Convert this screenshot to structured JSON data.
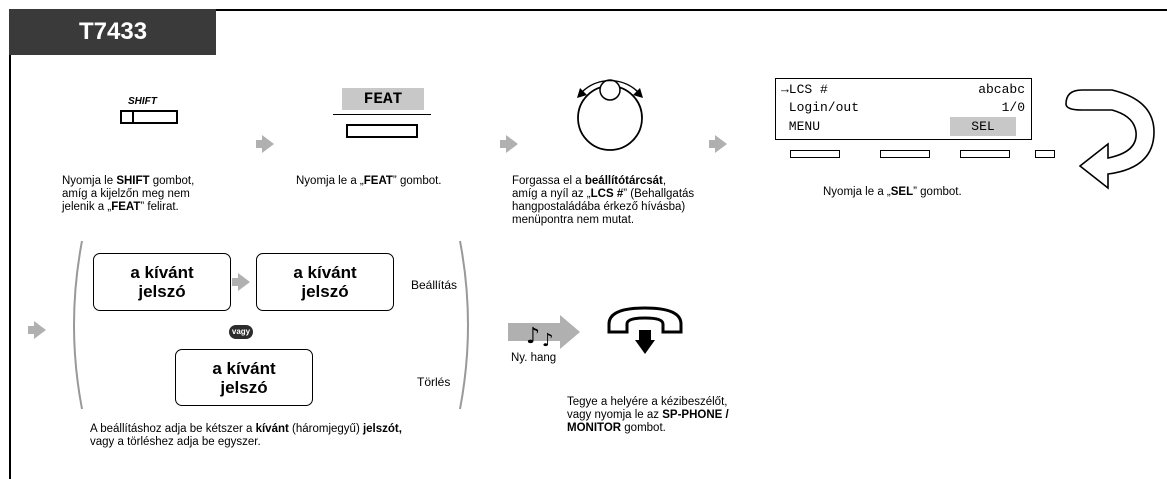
{
  "model": "T7433",
  "step1": {
    "key_label": "SHIFT",
    "caption": {
      "p1": "Nyomja le ",
      "b1": "SHIFT",
      "p2": " gombot,",
      "l2": "amíg a kijelzőn meg nem",
      "l3a": "jelenik a „",
      "b2": "FEAT",
      "l3b": "” felirat."
    }
  },
  "step2": {
    "key_label": "FEAT",
    "caption": {
      "p1": "Nyomja le a „",
      "b1": "FEAT",
      "p2": "” gombot."
    }
  },
  "step3": {
    "caption": {
      "p1": "Forgassa el a ",
      "b1": "beállítótárcsát",
      "p2": ",",
      "l2a": "amíg a nyíl az „",
      "b2": "LCS #",
      "l2b": "” (Behallgatás",
      "l3": "hangpostaládába érkező hívásba)",
      "l4": "menüpontra nem mutat."
    }
  },
  "display": {
    "row1_left": "→LCS #",
    "row1_right": "abcabc",
    "row2_left": " Login/out",
    "row2_right": "1/0",
    "row3_left": " MENU",
    "row3_right": "SEL"
  },
  "step4": {
    "caption": {
      "p1": "Nyomja le a „",
      "b1": "SEL",
      "p2": "” gombot."
    }
  },
  "password": {
    "box_line1": "a kívánt",
    "box_line2": "jelszó",
    "set_label": "Beállítás",
    "or_label": "vagy",
    "delete_label": "Törlés",
    "caption": {
      "p1": "A beállításhoz adja be kétszer a ",
      "b1": "kívánt",
      "p2": " (háromjegyű) ",
      "b2": "jelszót,",
      "l2": "vagy a törléshez adja be egyszer."
    }
  },
  "tone": {
    "label": "Ny. hang"
  },
  "hangup": {
    "caption": {
      "l1": "Tegye a helyére a kézibeszélőt,",
      "l2": "vagy nyomja le az ",
      "b1": "SP-PHONE /",
      "b2": "MONITOR",
      "l3": " gombot."
    }
  },
  "colors": {
    "tab_bg": "#3a3a3a",
    "arrow": "#b0b0b0",
    "highlight": "#c8c8c8"
  }
}
